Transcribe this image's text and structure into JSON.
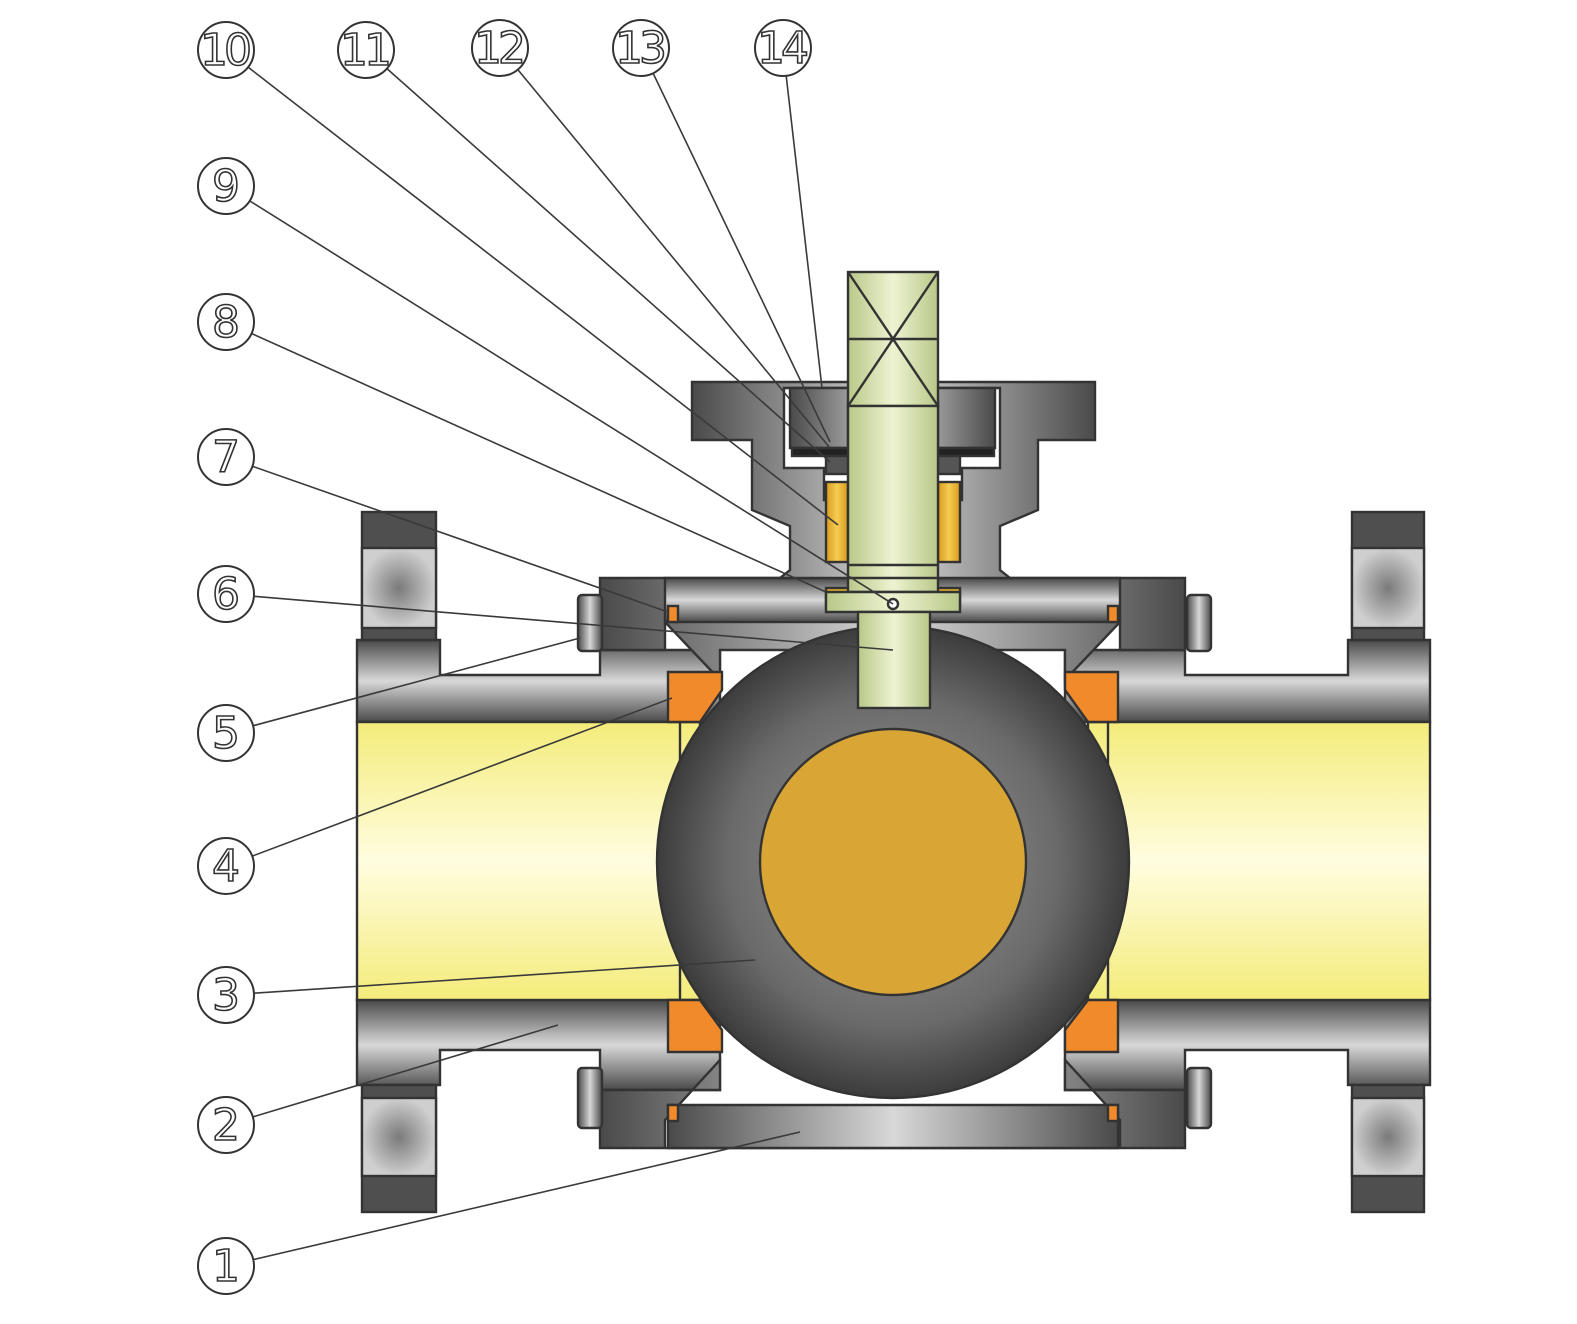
{
  "callouts": [
    {
      "id": "1",
      "label": "1"
    },
    {
      "id": "2",
      "label": "2"
    },
    {
      "id": "3",
      "label": "3"
    },
    {
      "id": "4",
      "label": "4"
    },
    {
      "id": "5",
      "label": "5"
    },
    {
      "id": "6",
      "label": "6"
    },
    {
      "id": "7",
      "label": "7"
    },
    {
      "id": "8",
      "label": "8"
    },
    {
      "id": "9",
      "label": "9"
    },
    {
      "id": "10",
      "label": "10"
    },
    {
      "id": "11",
      "label": "11"
    },
    {
      "id": "12",
      "label": "12"
    },
    {
      "id": "13",
      "label": "13"
    },
    {
      "id": "14",
      "label": "14"
    }
  ],
  "colors": {
    "body_dark": "#555555",
    "body_light": "#c8c8c8",
    "flow_passage": "#fcf6a0",
    "ball": "#5a5a5a",
    "ball_bore": "#d9a535",
    "seat": "#f08a2a",
    "packing": "#e7b22d",
    "stem": "#d6e3a8",
    "outline": "#333333"
  }
}
